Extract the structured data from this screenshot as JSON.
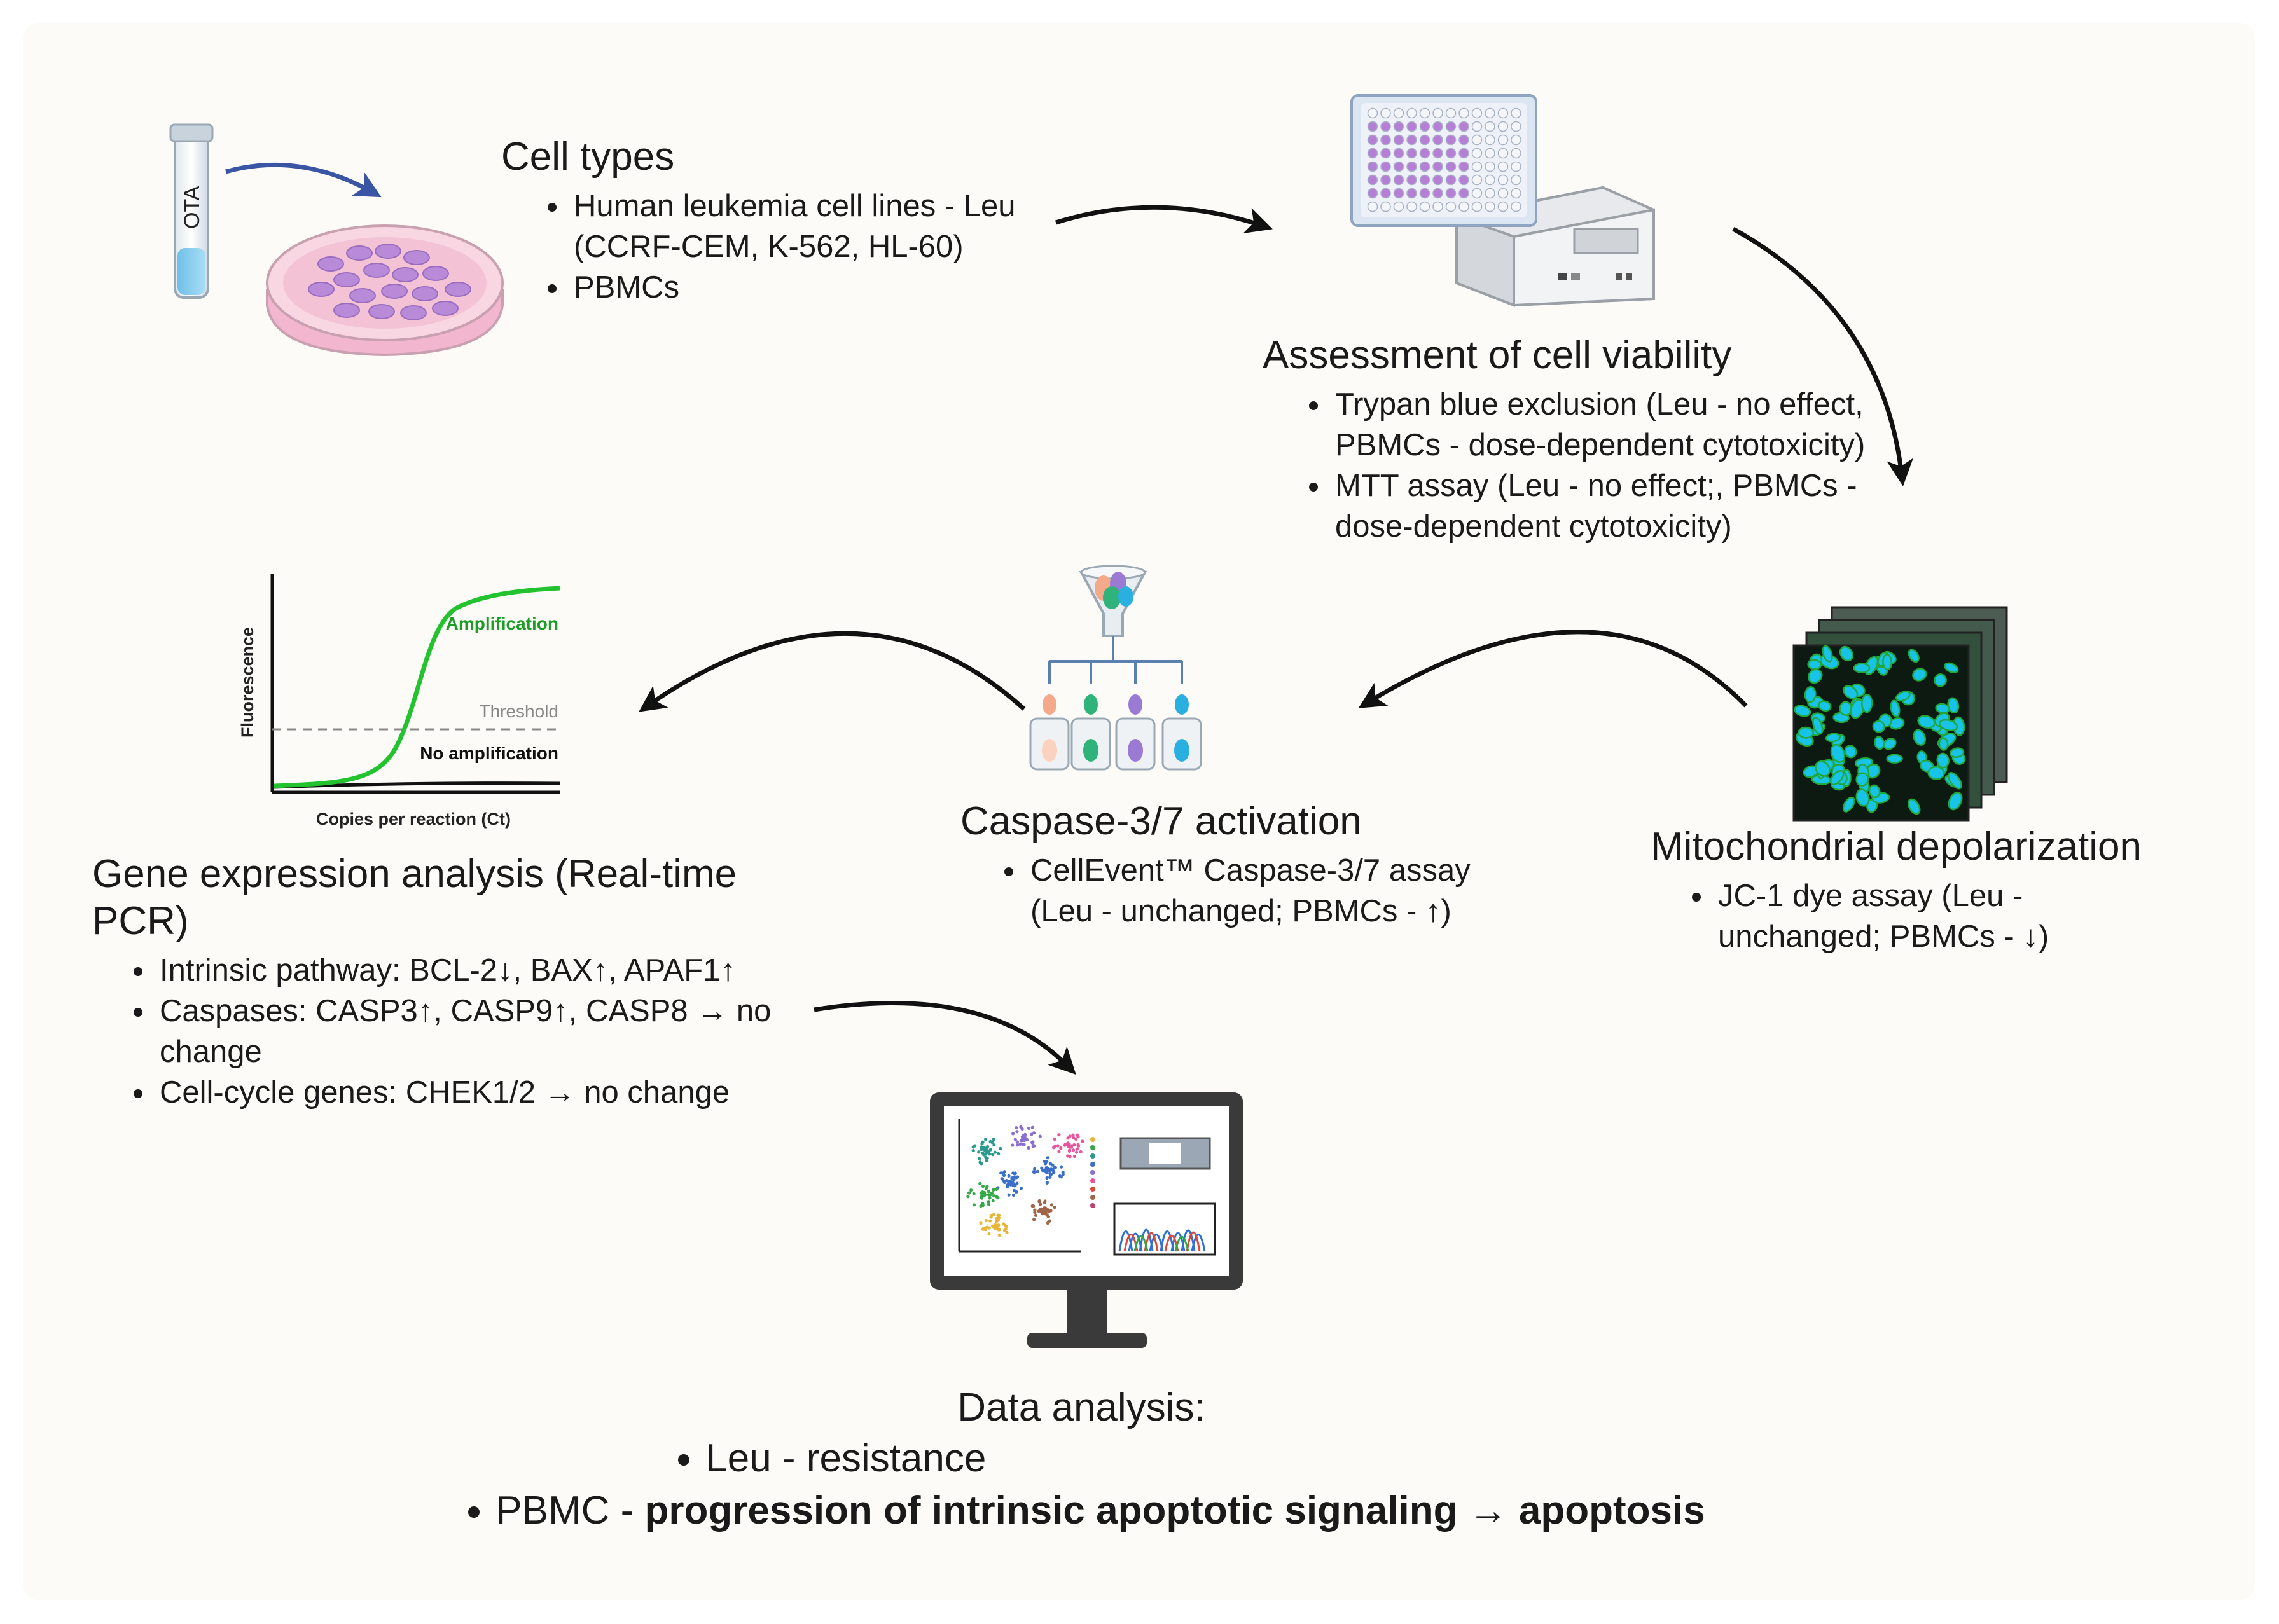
{
  "cell_types": {
    "title": "Cell types",
    "items": [
      "Human leukemia cell lines - Leu (CCRF-CEM, K-562, HL-60)",
      "PBMCs"
    ]
  },
  "viability": {
    "title": "Assessment of cell viability",
    "items": [
      "Trypan blue exclusion (Leu - no effect, PBMCs - dose-dependent cytotoxicity)",
      "MTT assay (Leu - no effect;, PBMCs - dose-dependent cytotoxicity)"
    ]
  },
  "mito": {
    "title": "Mitochondrial depolarization",
    "items": [
      "JC-1 dye assay (Leu - unchanged; PBMCs - ↓)"
    ]
  },
  "caspase": {
    "title": "Caspase-3/7 activation",
    "items": [
      "CellEvent™ Caspase-3/7 assay (Leu - unchanged; PBMCs - ↑)"
    ]
  },
  "gene": {
    "title": "Gene expression analysis (Real-time PCR)",
    "items": [
      "Intrinsic pathway: BCL-2↓, BAX↑, APAF1↑",
      "Caspases: CASP3↑, CASP9↑, CASP8 → no change",
      "Cell-cycle genes: CHEK1/2 → no change"
    ]
  },
  "data_analysis": {
    "title": "Data analysis:",
    "item1": "Leu - resistance",
    "item2_prefix": "PBMC - ",
    "item2_bold": "progression of intrinsic apoptotic signaling → apoptosis"
  },
  "tube_label": "OTA",
  "pcr_graph": {
    "ylabel": "Fluorescence",
    "xlabel": "Copies per reaction (Ct)",
    "amplification": "Amplification",
    "threshold": "Threshold",
    "no_amplification": "No amplification"
  },
  "colors": {
    "amplification_green": "#22c32e",
    "arrow_blue": "#3a55a4",
    "dish_pink": "#f3b6cf",
    "cell_purple": "#b88ad8",
    "mito_teal": "#18c3e8",
    "mito_green": "#22a83a"
  }
}
